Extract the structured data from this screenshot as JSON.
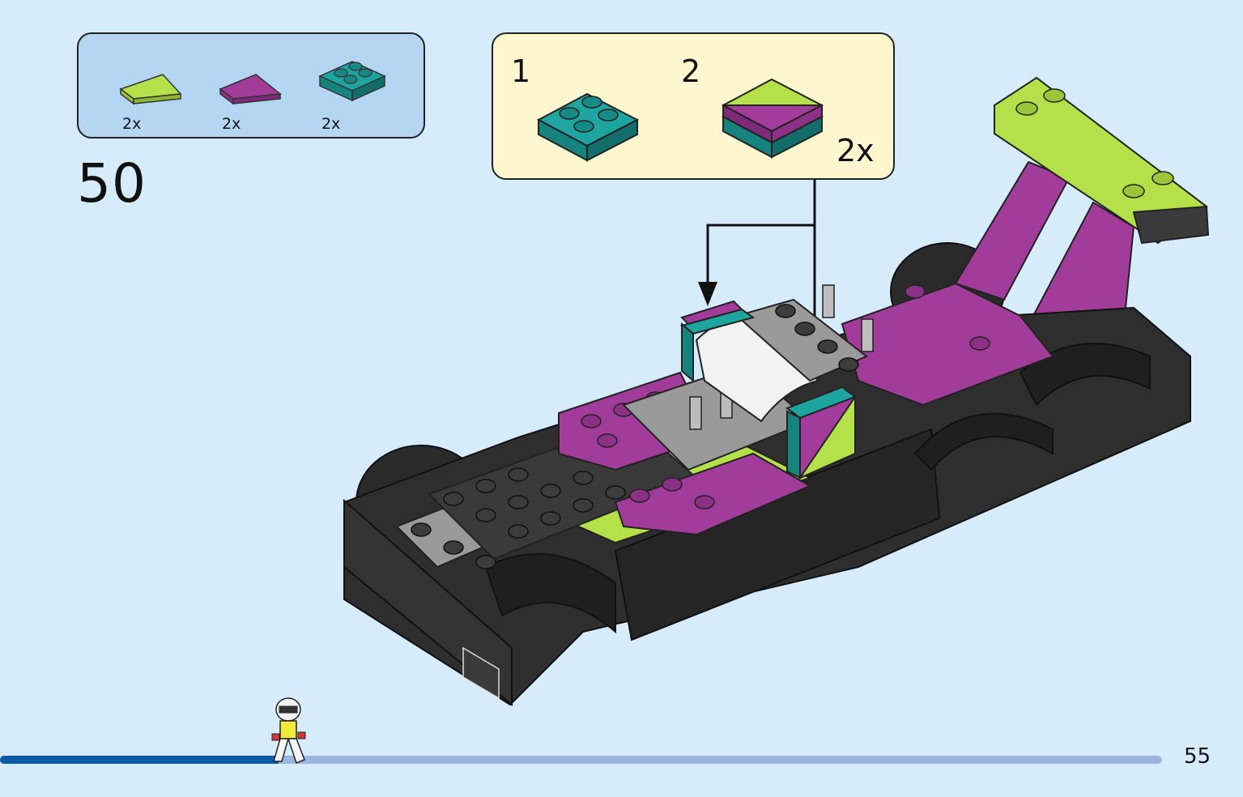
{
  "parts_list": {
    "items": [
      {
        "name": "lime-wedge-tile",
        "quantity": "2x",
        "color": "#b4e04a"
      },
      {
        "name": "magenta-wedge-tile",
        "quantity": "2x",
        "color": "#a23c9a"
      },
      {
        "name": "teal-2x2-plate",
        "quantity": "2x",
        "color": "#1fa5a0"
      }
    ]
  },
  "step": {
    "number": "50"
  },
  "sub_assembly": {
    "step1_label": "1",
    "step2_label": "2",
    "quantity": "2x"
  },
  "footer": {
    "page_number": "55",
    "progress": 0.24
  },
  "colors": {
    "background": "#d7ecfb",
    "parts_box": "#b4d6f2",
    "sub_box": "#fdf6cf",
    "lime": "#b4e04a",
    "magenta": "#a23c9a",
    "teal": "#1fa5a0",
    "black": "#2a2a2a",
    "gray": "#9a9a9a",
    "progress_fill": "#0b5aa8",
    "progress_track": "#9ab6de"
  }
}
